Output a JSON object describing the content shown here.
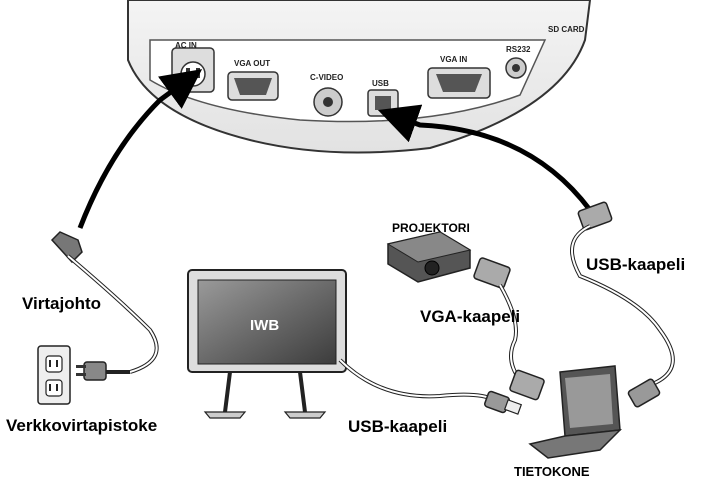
{
  "device_ports": {
    "ac_in": "AC IN",
    "vga_out": "VGA OUT",
    "c_video": "C-VIDEO",
    "usb": "USB",
    "vga_in": "VGA IN",
    "rs232": "RS232",
    "sd_card": "SD CARD"
  },
  "labels": {
    "virtajohto": "Virtajohto",
    "verkkovirtapistoke": "Verkkovirtapistoke",
    "iwb": "IWB",
    "projektori": "PROJEKTORI",
    "vga_kaapeli": "VGA-kaapeli",
    "usb_kaapeli_right": "USB-kaapeli",
    "usb_kaapeli_bottom": "USB-kaapeli",
    "tietokone": "TIETOKONE"
  }
}
